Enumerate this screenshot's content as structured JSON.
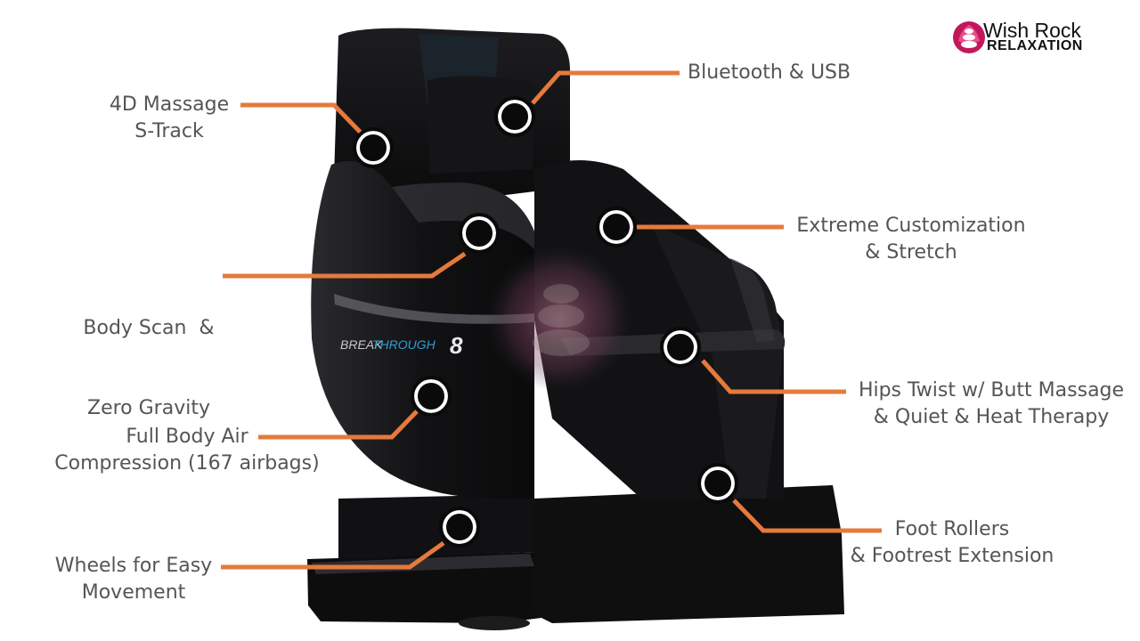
{
  "logo": {
    "line1": "Wish Rock",
    "line2": "RELAXATION",
    "icon": "lotus-stones-icon"
  },
  "product": {
    "model_word1": "BREAK",
    "model_word2": "THROUGH",
    "model_number": "8"
  },
  "callouts": [
    {
      "id": "bluetooth",
      "lines": [
        "Bluetooth & USB"
      ]
    },
    {
      "id": "s-track",
      "lines": [
        "4D Massage",
        "S-Track"
      ]
    },
    {
      "id": "customization",
      "lines": [
        "Extreme Customization",
        "& Stretch"
      ]
    },
    {
      "id": "body-scan",
      "lines": [
        "Body Scan  &",
        "Zero Gravity"
      ]
    },
    {
      "id": "hips",
      "lines": [
        "Hips Twist w/ Butt Massage",
        "& Quiet & Heat Therapy"
      ]
    },
    {
      "id": "air",
      "lines": [
        "Full Body Air",
        "Compression (167 airbags)"
      ]
    },
    {
      "id": "foot",
      "lines": [
        "Foot Rollers",
        "& Footrest Extension"
      ]
    },
    {
      "id": "wheels",
      "lines": [
        "Wheels for Easy",
        "Movement"
      ]
    }
  ],
  "colors": {
    "leader_line": "#e57a3c",
    "label_text": "#555555",
    "chair_body": "#141416",
    "accent_blue": "#2a9fd6"
  }
}
